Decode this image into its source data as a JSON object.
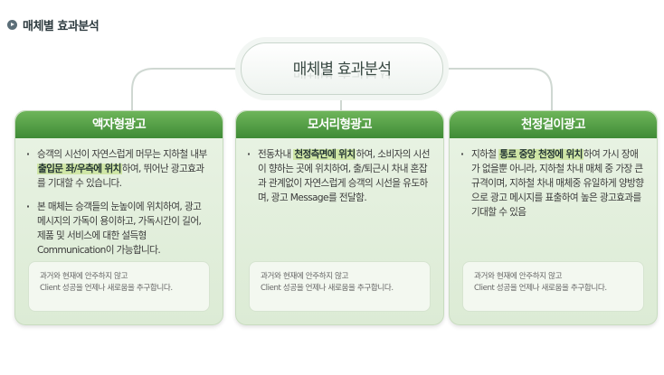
{
  "page_title": "매체별 효과분석",
  "center_title": "매체별 효과분석",
  "panels": [
    {
      "title": "액자형광고",
      "bullets": [
        {
          "parts": [
            {
              "text": "승객의 시선이 자연스럽게 머무는 지하철 내부 ",
              "hl": false
            },
            {
              "text": "출입문 좌/우측에 위치",
              "hl": true
            },
            {
              "text": "하여, 뛰어난 광고효과를 기대할 수 있습니다.",
              "hl": false
            }
          ]
        },
        {
          "parts": [
            {
              "text": "본 매체는 승객들의 눈높이에 위치하여, 광고 메시지의 가독이 용이하고, 가독시간이 길어, 제품 및 서비스에 대한 설득형 Communication이 가능합니다.",
              "hl": false
            }
          ]
        }
      ],
      "note_line1": "과거와 현재에 안주하지 않고",
      "note_line2": "Client 성공을 언제나 새로움을 추구합니다."
    },
    {
      "title": "모서리형광고",
      "bullets": [
        {
          "parts": [
            {
              "text": "전동차내 ",
              "hl": false
            },
            {
              "text": "천정측면에 위치",
              "hl": true
            },
            {
              "text": "하여, 소비자의 시선이 향하는 곳에 위치하여, 출/퇴근시 차내 혼잡과 관계없이 자연스럽게 승객의 시선을 유도하며, 광고 Message를 전달함.",
              "hl": false
            }
          ]
        }
      ],
      "note_line1": "과거와 현재에 안주하지 않고",
      "note_line2": "Client 성공을 언제나 새로움을 추구합니다."
    },
    {
      "title": "천정걸이광고",
      "bullets": [
        {
          "parts": [
            {
              "text": "지하철 ",
              "hl": false
            },
            {
              "text": "통로 중앙 천정에 위치",
              "hl": true
            },
            {
              "text": "하여 가시 장애가 없을뿐 아니라, 지하철 차내 매체 중 가장 큰 규격이며, 지하철 차내 매체중 유일하게 양방향으로 광고 메시지를 표출하여 높은 광고효과를 기대할 수 있음",
              "hl": false
            }
          ]
        }
      ],
      "note_line1": "과거와 현재에 안주하지 않고",
      "note_line2": "Client 성공을 언제나 새로움을 추구합니다."
    }
  ]
}
